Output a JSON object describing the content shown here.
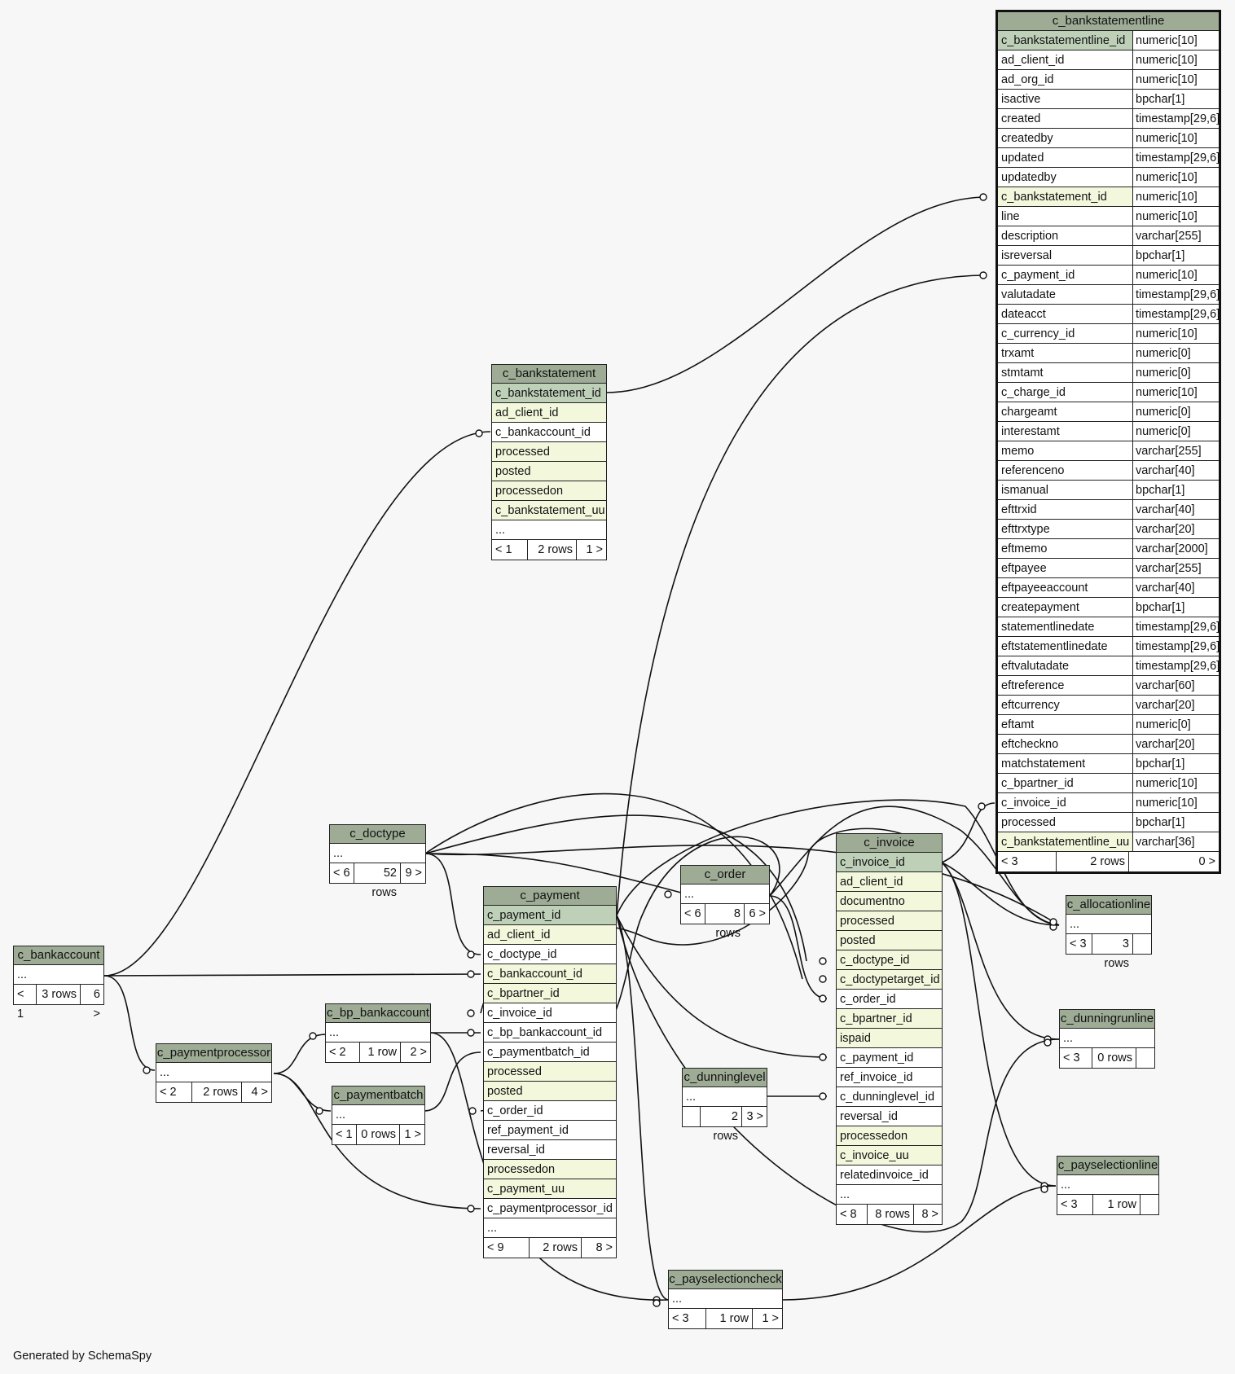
{
  "footer_text": "Generated by SchemaSpy",
  "colors": {
    "title_bg": "#9eac96",
    "primary_key_bg": "#bed0b8",
    "foreign_key_bg": "#f3f8dd",
    "page_bg": "#f7f7f7"
  },
  "tables": {
    "c_bankstatementline": {
      "title": "c_bankstatementline",
      "columns": [
        {
          "name": "c_bankstatementline_id",
          "type": "numeric[10]",
          "kind": "pk"
        },
        {
          "name": "ad_client_id",
          "type": "numeric[10]",
          "kind": "plain"
        },
        {
          "name": "ad_org_id",
          "type": "numeric[10]",
          "kind": "plain"
        },
        {
          "name": "isactive",
          "type": "bpchar[1]",
          "kind": "plain"
        },
        {
          "name": "created",
          "type": "timestamp[29,6]",
          "kind": "plain"
        },
        {
          "name": "createdby",
          "type": "numeric[10]",
          "kind": "plain"
        },
        {
          "name": "updated",
          "type": "timestamp[29,6]",
          "kind": "plain"
        },
        {
          "name": "updatedby",
          "type": "numeric[10]",
          "kind": "plain"
        },
        {
          "name": "c_bankstatement_id",
          "type": "numeric[10]",
          "kind": "fk"
        },
        {
          "name": "line",
          "type": "numeric[10]",
          "kind": "plain"
        },
        {
          "name": "description",
          "type": "varchar[255]",
          "kind": "plain"
        },
        {
          "name": "isreversal",
          "type": "bpchar[1]",
          "kind": "plain"
        },
        {
          "name": "c_payment_id",
          "type": "numeric[10]",
          "kind": "plain"
        },
        {
          "name": "valutadate",
          "type": "timestamp[29,6]",
          "kind": "plain"
        },
        {
          "name": "dateacct",
          "type": "timestamp[29,6]",
          "kind": "plain"
        },
        {
          "name": "c_currency_id",
          "type": "numeric[10]",
          "kind": "plain"
        },
        {
          "name": "trxamt",
          "type": "numeric[0]",
          "kind": "plain"
        },
        {
          "name": "stmtamt",
          "type": "numeric[0]",
          "kind": "plain"
        },
        {
          "name": "c_charge_id",
          "type": "numeric[10]",
          "kind": "plain"
        },
        {
          "name": "chargeamt",
          "type": "numeric[0]",
          "kind": "plain"
        },
        {
          "name": "interestamt",
          "type": "numeric[0]",
          "kind": "plain"
        },
        {
          "name": "memo",
          "type": "varchar[255]",
          "kind": "plain"
        },
        {
          "name": "referenceno",
          "type": "varchar[40]",
          "kind": "plain"
        },
        {
          "name": "ismanual",
          "type": "bpchar[1]",
          "kind": "plain"
        },
        {
          "name": "efttrxid",
          "type": "varchar[40]",
          "kind": "plain"
        },
        {
          "name": "efttrxtype",
          "type": "varchar[20]",
          "kind": "plain"
        },
        {
          "name": "eftmemo",
          "type": "varchar[2000]",
          "kind": "plain"
        },
        {
          "name": "eftpayee",
          "type": "varchar[255]",
          "kind": "plain"
        },
        {
          "name": "eftpayeeaccount",
          "type": "varchar[40]",
          "kind": "plain"
        },
        {
          "name": "createpayment",
          "type": "bpchar[1]",
          "kind": "plain"
        },
        {
          "name": "statementlinedate",
          "type": "timestamp[29,6]",
          "kind": "plain"
        },
        {
          "name": "eftstatementlinedate",
          "type": "timestamp[29,6]",
          "kind": "plain"
        },
        {
          "name": "eftvalutadate",
          "type": "timestamp[29,6]",
          "kind": "plain"
        },
        {
          "name": "eftreference",
          "type": "varchar[60]",
          "kind": "plain"
        },
        {
          "name": "eftcurrency",
          "type": "varchar[20]",
          "kind": "plain"
        },
        {
          "name": "eftamt",
          "type": "numeric[0]",
          "kind": "plain"
        },
        {
          "name": "eftcheckno",
          "type": "varchar[20]",
          "kind": "plain"
        },
        {
          "name": "matchstatement",
          "type": "bpchar[1]",
          "kind": "plain"
        },
        {
          "name": "c_bpartner_id",
          "type": "numeric[10]",
          "kind": "plain"
        },
        {
          "name": "c_invoice_id",
          "type": "numeric[10]",
          "kind": "plain"
        },
        {
          "name": "processed",
          "type": "bpchar[1]",
          "kind": "plain"
        },
        {
          "name": "c_bankstatementline_uu",
          "type": "varchar[36]",
          "kind": "fk"
        }
      ],
      "footer": {
        "left": "< 3",
        "middle": "2 rows",
        "right": "0 >"
      }
    },
    "c_bankstatement": {
      "title": "c_bankstatement",
      "columns": [
        {
          "name": "c_bankstatement_id",
          "kind": "pk"
        },
        {
          "name": "ad_client_id",
          "kind": "fk"
        },
        {
          "name": "c_bankaccount_id",
          "kind": "plain"
        },
        {
          "name": "processed",
          "kind": "fk"
        },
        {
          "name": "posted",
          "kind": "fk"
        },
        {
          "name": "processedon",
          "kind": "fk"
        },
        {
          "name": "c_bankstatement_uu",
          "kind": "fk"
        },
        {
          "name": "...",
          "kind": "plain"
        }
      ],
      "footer": {
        "left": "< 1",
        "middle": "2 rows",
        "right": "1 >"
      }
    },
    "c_doctype": {
      "title": "c_doctype",
      "columns": [
        {
          "name": "...",
          "kind": "plain"
        }
      ],
      "footer": {
        "left": "< 6",
        "middle": "52 rows",
        "right": "9 >"
      }
    },
    "c_bankaccount": {
      "title": "c_bankaccount",
      "columns": [
        {
          "name": "...",
          "kind": "plain"
        }
      ],
      "footer": {
        "left": "< 1",
        "middle": "3 rows",
        "right": "6 >"
      }
    },
    "c_paymentprocessor": {
      "title": "c_paymentprocessor",
      "columns": [
        {
          "name": "...",
          "kind": "plain"
        }
      ],
      "footer": {
        "left": "< 2",
        "middle": "2 rows",
        "right": "4 >"
      }
    },
    "c_bp_bankaccount": {
      "title": "c_bp_bankaccount",
      "columns": [
        {
          "name": "...",
          "kind": "plain"
        }
      ],
      "footer": {
        "left": "< 2",
        "middle": "1 row",
        "right": "2 >"
      }
    },
    "c_paymentbatch": {
      "title": "c_paymentbatch",
      "columns": [
        {
          "name": "...",
          "kind": "plain"
        }
      ],
      "footer": {
        "left": "< 1",
        "middle": "0 rows",
        "right": "1 >"
      }
    },
    "c_payment": {
      "title": "c_payment",
      "columns": [
        {
          "name": "c_payment_id",
          "kind": "pk"
        },
        {
          "name": "ad_client_id",
          "kind": "fk"
        },
        {
          "name": "c_doctype_id",
          "kind": "plain"
        },
        {
          "name": "c_bankaccount_id",
          "kind": "fk"
        },
        {
          "name": "c_bpartner_id",
          "kind": "fk"
        },
        {
          "name": "c_invoice_id",
          "kind": "plain"
        },
        {
          "name": "c_bp_bankaccount_id",
          "kind": "plain"
        },
        {
          "name": "c_paymentbatch_id",
          "kind": "plain"
        },
        {
          "name": "processed",
          "kind": "fk"
        },
        {
          "name": "posted",
          "kind": "fk"
        },
        {
          "name": "c_order_id",
          "kind": "plain"
        },
        {
          "name": "ref_payment_id",
          "kind": "plain"
        },
        {
          "name": "reversal_id",
          "kind": "plain"
        },
        {
          "name": "processedon",
          "kind": "fk"
        },
        {
          "name": "c_payment_uu",
          "kind": "fk"
        },
        {
          "name": "c_paymentprocessor_id",
          "kind": "plain"
        },
        {
          "name": "...",
          "kind": "plain"
        }
      ],
      "footer": {
        "left": "< 9",
        "middle": "2 rows",
        "right": "8 >"
      }
    },
    "c_order": {
      "title": "c_order",
      "columns": [
        {
          "name": "...",
          "kind": "plain"
        }
      ],
      "footer": {
        "left": "< 6",
        "middle": "8 rows",
        "right": "6 >"
      }
    },
    "c_invoice": {
      "title": "c_invoice",
      "columns": [
        {
          "name": "c_invoice_id",
          "kind": "pk"
        },
        {
          "name": "ad_client_id",
          "kind": "fk"
        },
        {
          "name": "documentno",
          "kind": "fk"
        },
        {
          "name": "processed",
          "kind": "fk"
        },
        {
          "name": "posted",
          "kind": "fk"
        },
        {
          "name": "c_doctype_id",
          "kind": "fk"
        },
        {
          "name": "c_doctypetarget_id",
          "kind": "fk"
        },
        {
          "name": "c_order_id",
          "kind": "plain"
        },
        {
          "name": "c_bpartner_id",
          "kind": "fk"
        },
        {
          "name": "ispaid",
          "kind": "fk"
        },
        {
          "name": "c_payment_id",
          "kind": "plain"
        },
        {
          "name": "ref_invoice_id",
          "kind": "plain"
        },
        {
          "name": "c_dunninglevel_id",
          "kind": "plain"
        },
        {
          "name": "reversal_id",
          "kind": "plain"
        },
        {
          "name": "processedon",
          "kind": "fk"
        },
        {
          "name": "c_invoice_uu",
          "kind": "fk"
        },
        {
          "name": "relatedinvoice_id",
          "kind": "plain"
        },
        {
          "name": "...",
          "kind": "plain"
        }
      ],
      "footer": {
        "left": "< 8",
        "middle": "8 rows",
        "right": "8 >"
      }
    },
    "c_dunninglevel": {
      "title": "c_dunninglevel",
      "columns": [
        {
          "name": "...",
          "kind": "plain"
        }
      ],
      "footer": {
        "left": "",
        "middle": "2 rows",
        "right": "3 >"
      }
    },
    "c_allocationline": {
      "title": "c_allocationline",
      "columns": [
        {
          "name": "...",
          "kind": "plain"
        }
      ],
      "footer": {
        "left": "< 3",
        "middle": "3 rows",
        "right": ""
      }
    },
    "c_dunningrunline": {
      "title": "c_dunningrunline",
      "columns": [
        {
          "name": "...",
          "kind": "plain"
        }
      ],
      "footer": {
        "left": "< 3",
        "middle": "0 rows",
        "right": ""
      }
    },
    "c_payselectionline": {
      "title": "c_payselectionline",
      "columns": [
        {
          "name": "...",
          "kind": "plain"
        }
      ],
      "footer": {
        "left": "< 3",
        "middle": "1 row",
        "right": ""
      }
    },
    "c_payselectioncheck": {
      "title": "c_payselectioncheck",
      "columns": [
        {
          "name": "...",
          "kind": "plain"
        }
      ],
      "footer": {
        "left": "< 3",
        "middle": "1 row",
        "right": "1 >"
      }
    }
  }
}
